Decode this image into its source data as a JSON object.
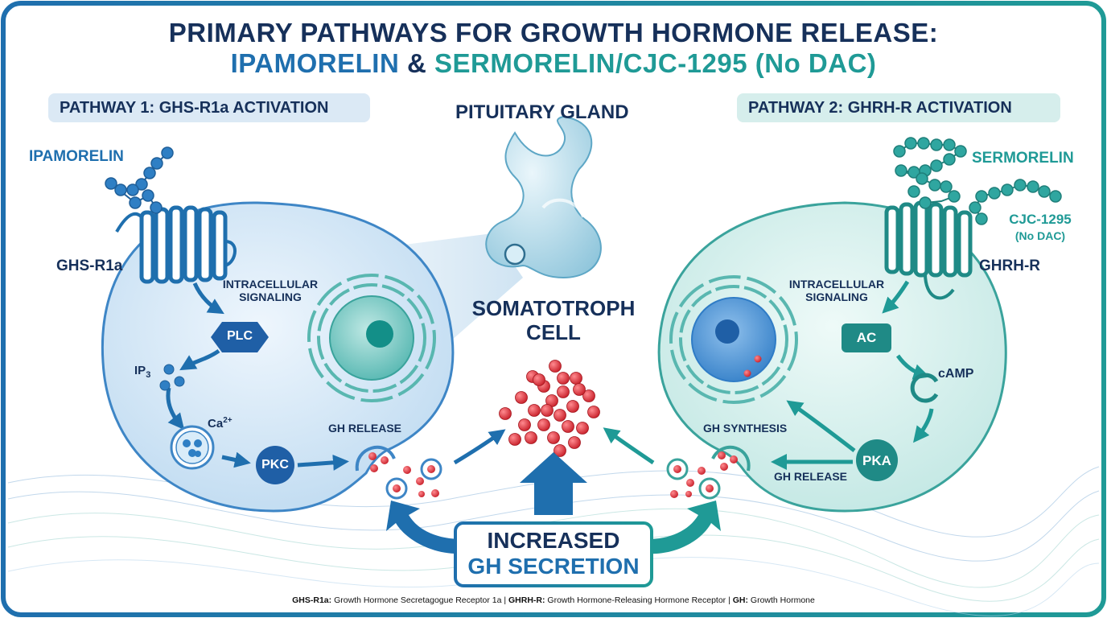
{
  "title": {
    "line1": "PRIMARY PATHWAYS FOR GROWTH HORMONE RELEASE:",
    "line2_part1": "IPAMORELIN",
    "line2_amp": "&",
    "line2_part2": "SERMORELIN/CJC-1295 (No DAC)"
  },
  "pathway1": {
    "header": "PATHWAY 1: GHS-R1a ACTIVATION",
    "peptide": "IPAMORELIN",
    "receptor": "GHS-R1a",
    "signaling_line1": "INTRACELLULAR",
    "signaling_line2": "SIGNALING",
    "plc": "PLC",
    "ip3_main": "IP",
    "ip3_sub": "3",
    "ca_main": "Ca",
    "ca_sup": "2+",
    "pkc": "PKC",
    "gh_release": "GH RELEASE"
  },
  "center": {
    "gland": "PITUITARY GLAND",
    "cell_line1": "SOMATOTROPH",
    "cell_line2": "CELL",
    "result_line1": "INCREASED",
    "result_line2": "GH SECRETION"
  },
  "pathway2": {
    "header": "PATHWAY 2: GHRH-R ACTIVATION",
    "peptide1": "SERMORELIN",
    "peptide2_line1": "CJC-1295",
    "peptide2_line2": "(No DAC)",
    "receptor": "GHRH-R",
    "signaling_line1": "INTRACELLULAR",
    "signaling_line2": "SIGNALING",
    "ac": "AC",
    "camp": "cAMP",
    "pka": "PKA",
    "gh_synthesis": "GH SYNTHESIS",
    "gh_release": "GH RELEASE"
  },
  "footnote": {
    "abbr1": "GHS-R1a:",
    "def1": "Growth Hormone Secretagogue Receptor 1a |",
    "abbr2": "GHRH-R:",
    "def2": "Growth Hormone-Releasing Hormone Receptor |",
    "abbr3": "GH:",
    "def3": "Growth Hormone"
  },
  "colors": {
    "navy": "#16305a",
    "blue": "#1f6fae",
    "teal": "#1f9a96",
    "red": "#d9323a"
  }
}
